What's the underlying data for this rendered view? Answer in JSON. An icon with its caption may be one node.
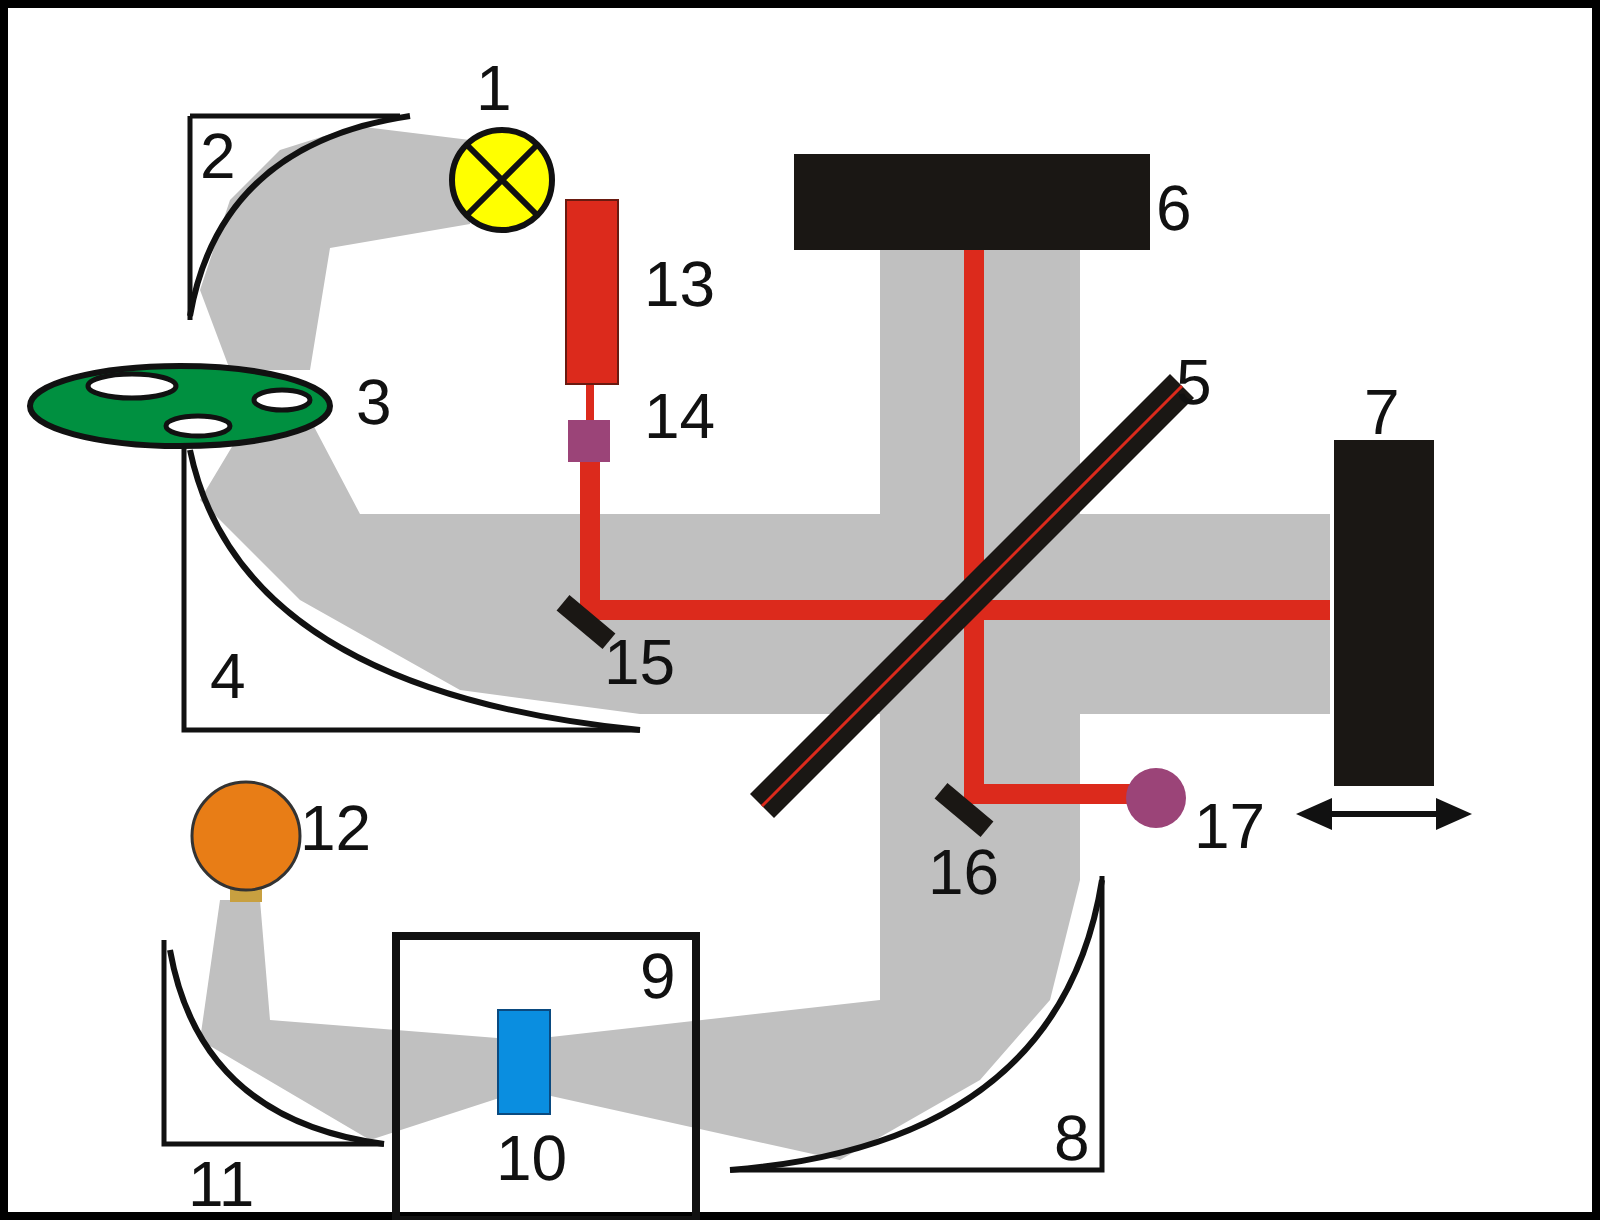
{
  "diagram": {
    "labels": [
      "1",
      "2",
      "6",
      "13",
      "3",
      "14",
      "5",
      "7",
      "15",
      "4",
      "12",
      "16",
      "17",
      "9",
      "8",
      "10",
      "11"
    ]
  }
}
